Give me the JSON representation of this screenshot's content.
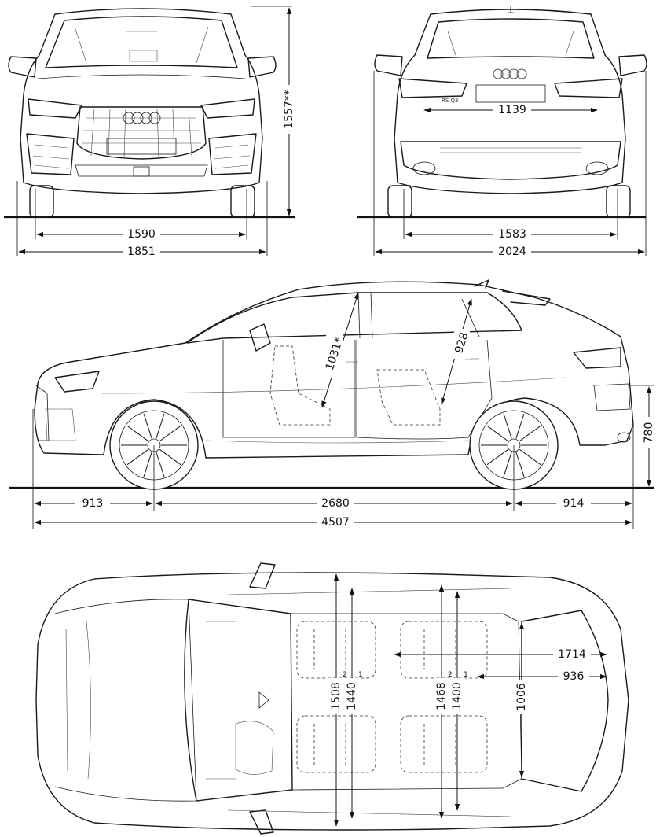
{
  "views": {
    "front": "front",
    "rear": "rear",
    "side": "side",
    "top": "top"
  },
  "dimensions": {
    "front_height": "1557**",
    "front_track": "1590",
    "width": "1851",
    "rear_track_label": "1139",
    "rear_track": "1583",
    "width_mirrors": "2024",
    "headroom_front": "1031*",
    "headroom_rear": "928",
    "rear_height": "780",
    "front_overhang": "913",
    "wheelbase": "2680",
    "rear_overhang": "914",
    "length": "4507",
    "cabin_length": "1714",
    "rear_cargo_length": "936",
    "shoulder_front": "1508",
    "elbow_front": "1440",
    "shoulder_rear": "1468",
    "elbow_rear": "1400",
    "trunk_width": "1006"
  },
  "superscripts": {
    "s1": "1",
    "s2": "2"
  },
  "colors": {
    "line": "#1a1a1a",
    "background": "#ffffff"
  },
  "icons": {
    "logo": "four-rings-logo"
  }
}
